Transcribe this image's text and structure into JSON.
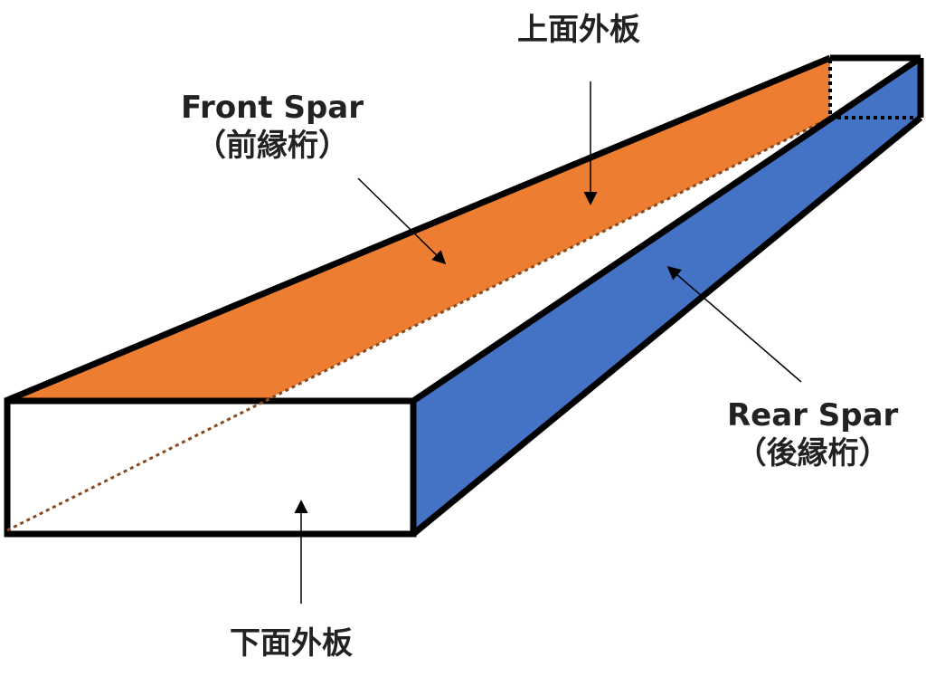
{
  "labels": {
    "upper_skin": "上面外板",
    "lower_skin": "下面外板",
    "front_spar": {
      "name": "Front Spar",
      "jp": "（前縁桁）"
    },
    "rear_spar": {
      "name": "Rear Spar",
      "jp": "（後縁桁）"
    }
  },
  "colors": {
    "front_spar": "#ED7D31",
    "rear_spar": "#4472C4",
    "outline": "#000000",
    "text": "#222222",
    "background": "#ffffff"
  }
}
